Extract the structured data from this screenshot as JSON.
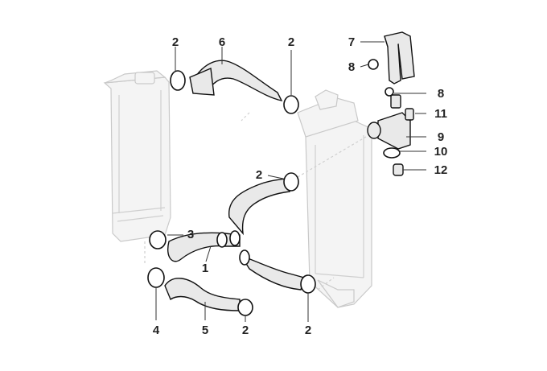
{
  "labels": {
    "p1": "1",
    "p2a": "2",
    "p2b": "2",
    "p2c": "2",
    "p2d": "2",
    "p2e": "2",
    "p3": "3",
    "p4": "4",
    "p5": "5",
    "p6": "6",
    "p7": "7",
    "p8a": "8",
    "p8b": "8",
    "p9": "9",
    "p10": "10",
    "p11": "11",
    "p12": "12"
  }
}
